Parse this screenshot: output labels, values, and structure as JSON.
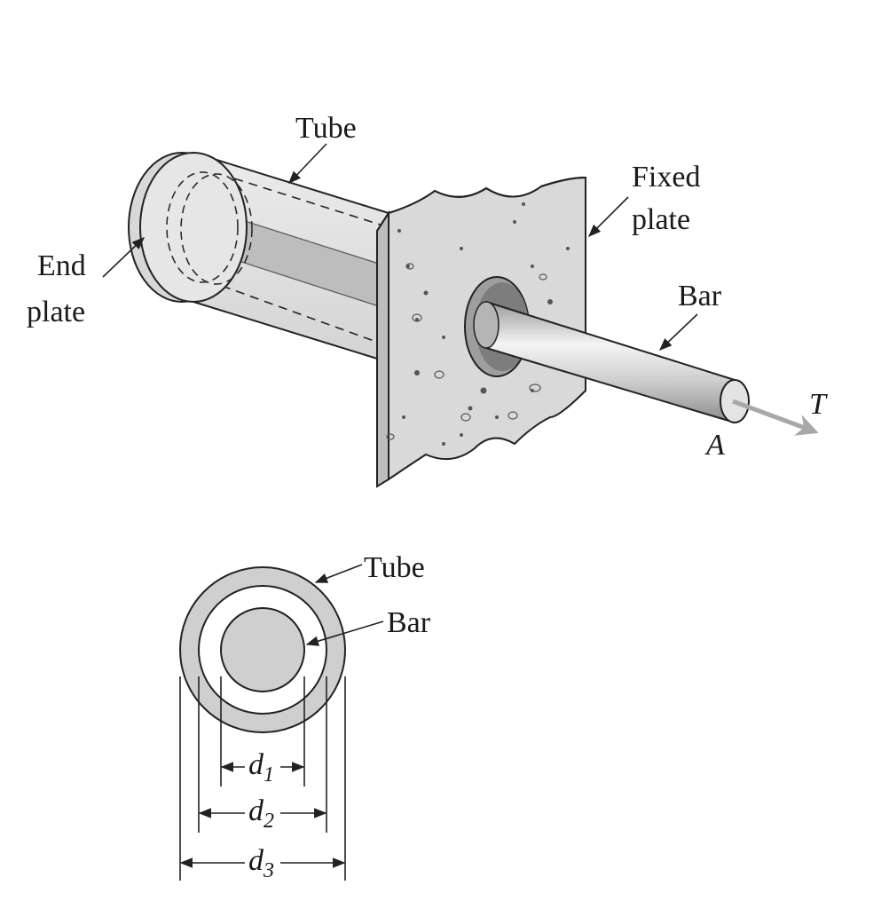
{
  "labels": {
    "tube_top": "Tube",
    "end_plate_line1": "End",
    "end_plate_line2": "plate",
    "fixed_plate_line1": "Fixed",
    "fixed_plate_line2": "plate",
    "bar_top": "Bar",
    "torque": "T",
    "point_a": "A",
    "tube_section": "Tube",
    "bar_section": "Bar",
    "d1": "d",
    "d1_sub": "1",
    "d2": "d",
    "d2_sub": "2",
    "d3": "d",
    "d3_sub": "3"
  },
  "colors": {
    "tube_fill": "#e3e3e3",
    "plate_fill": "#d6d6d6",
    "bar_fill": "#c4c4c4",
    "section_fill": "#cfcfcf",
    "arrow_torque": "#a8a8a8",
    "line": "#222222"
  }
}
